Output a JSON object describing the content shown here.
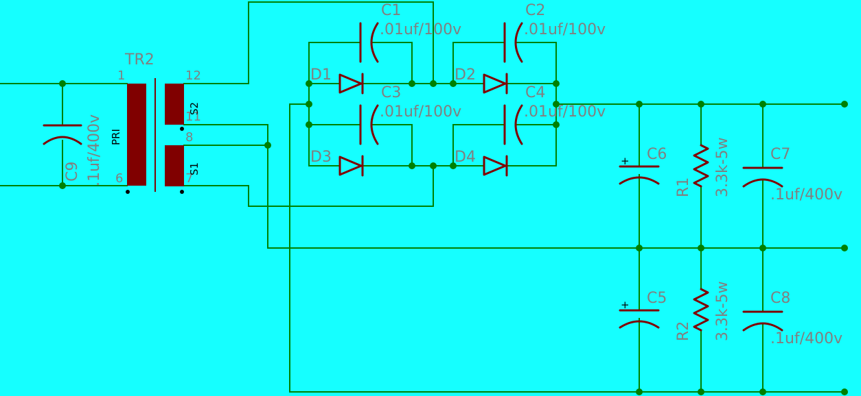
{
  "colors": {
    "background": "#15ffff",
    "wire": "#008000",
    "symbol": "#800000",
    "label": "#808080"
  },
  "transformer": {
    "name": "TR2",
    "primary_label": "PRI",
    "s1_label": "S1",
    "s2_label": "S2",
    "pins": [
      "1",
      "6",
      "12",
      "11",
      "8",
      "7"
    ]
  },
  "diodes": [
    {
      "name": "D1"
    },
    {
      "name": "D2"
    },
    {
      "name": "D3"
    },
    {
      "name": "D4"
    }
  ],
  "capacitors": [
    {
      "name": "C1",
      "value": ".01uf/100v"
    },
    {
      "name": "C2",
      "value": ".01uf/100v"
    },
    {
      "name": "C3",
      "value": ".01uf/100v"
    },
    {
      "name": "C4",
      "value": ".01uf/100v"
    },
    {
      "name": "C5",
      "polarity": "+"
    },
    {
      "name": "C6",
      "polarity": "+"
    },
    {
      "name": "C7",
      "value": ".1uf/400v"
    },
    {
      "name": "C8",
      "value": ".1uf/400v"
    },
    {
      "name": "C9",
      "value": ".1uf/400v"
    }
  ],
  "resistors": [
    {
      "name": "R1",
      "value": "3.3k-5w"
    },
    {
      "name": "R2",
      "value": "3.3k-5w"
    }
  ]
}
